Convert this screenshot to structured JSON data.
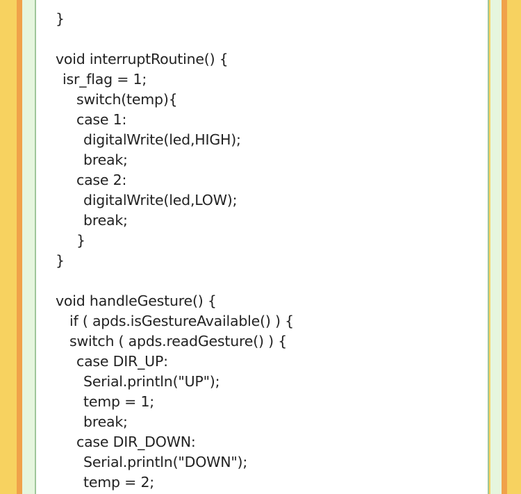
{
  "document": {
    "code_lines": [
      {
        "text": "}",
        "indent": 0
      },
      {
        "text": "",
        "indent": 0
      },
      {
        "text": "void interruptRoutine() {",
        "indent": 0
      },
      {
        "text": "isr_flag = 1;",
        "indent": 1
      },
      {
        "text": "switch(temp){",
        "indent": 3
      },
      {
        "text": "case 1:",
        "indent": 3
      },
      {
        "text": "digitalWrite(led,HIGH);",
        "indent": 4
      },
      {
        "text": "break;",
        "indent": 4
      },
      {
        "text": "case 2:",
        "indent": 3
      },
      {
        "text": "digitalWrite(led,LOW);",
        "indent": 4
      },
      {
        "text": "break;",
        "indent": 4
      },
      {
        "text": "}",
        "indent": 3
      },
      {
        "text": "}",
        "indent": 0
      },
      {
        "text": "",
        "indent": 0
      },
      {
        "text": "void handleGesture() {",
        "indent": 0
      },
      {
        "text": "if ( apds.isGestureAvailable() ) {",
        "indent": 2
      },
      {
        "text": "switch ( apds.readGesture() ) {",
        "indent": 2
      },
      {
        "text": "case DIR_UP:",
        "indent": 3
      },
      {
        "text": "Serial.println(\"UP\");",
        "indent": 4
      },
      {
        "text": "temp = 1;",
        "indent": 4
      },
      {
        "text": "break;",
        "indent": 4
      },
      {
        "text": "case DIR_DOWN:",
        "indent": 3
      },
      {
        "text": "Serial.println(\"DOWN\");",
        "indent": 4
      },
      {
        "text": "temp = 2;",
        "indent": 4
      }
    ]
  },
  "colors": {
    "background": "#f7d260",
    "accent_orange": "#f0a24a",
    "accent_green": "#e6f6de",
    "panel_border": "#9fc69a",
    "text": "#222222"
  }
}
